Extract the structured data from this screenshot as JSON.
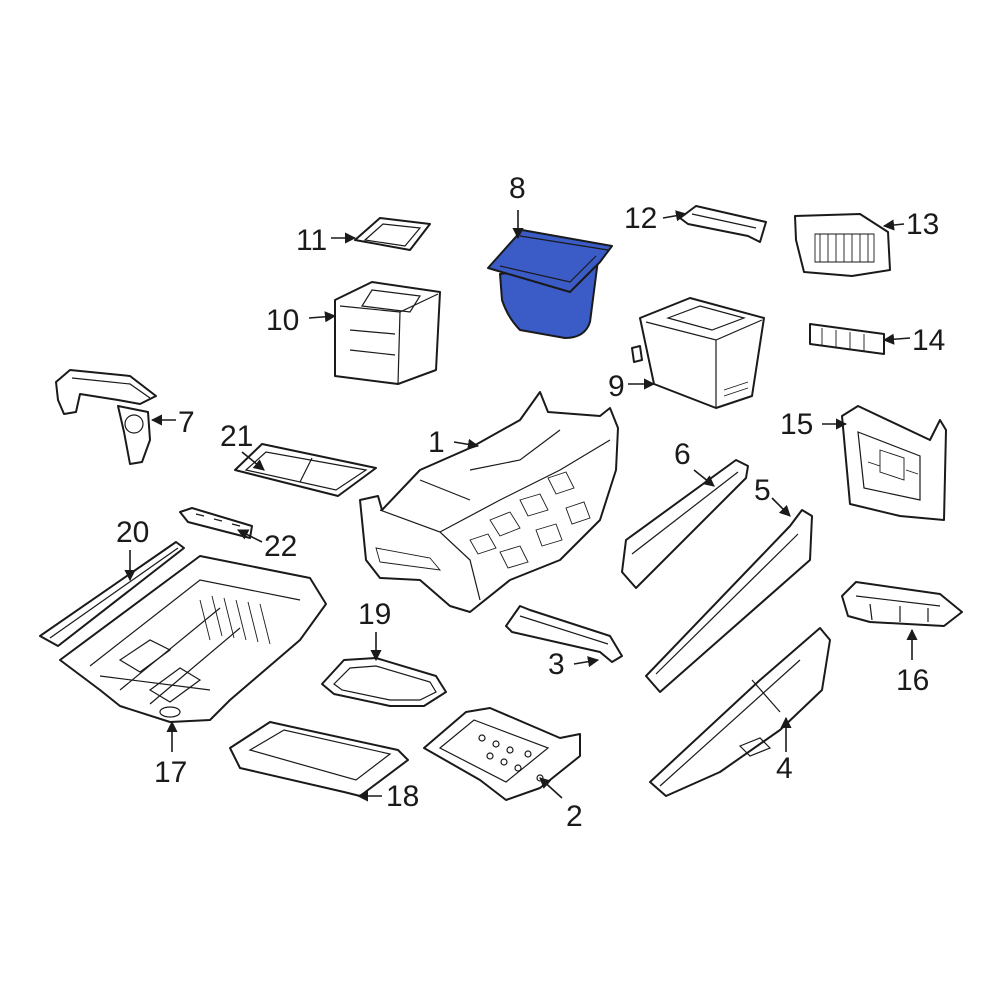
{
  "colors": {
    "highlight": "#3b5bc7",
    "line": "#1a1a1a",
    "background": "#ffffff"
  },
  "callouts": {
    "c1": "1",
    "c2": "2",
    "c3": "3",
    "c4": "4",
    "c5": "5",
    "c6": "6",
    "c7": "7",
    "c8": "8",
    "c9": "9",
    "c10": "10",
    "c11": "11",
    "c12": "12",
    "c13": "13",
    "c14": "14",
    "c15": "15",
    "c16": "16",
    "c17": "17",
    "c18": "18",
    "c19": "19",
    "c20": "20",
    "c21": "21",
    "c22": "22"
  }
}
